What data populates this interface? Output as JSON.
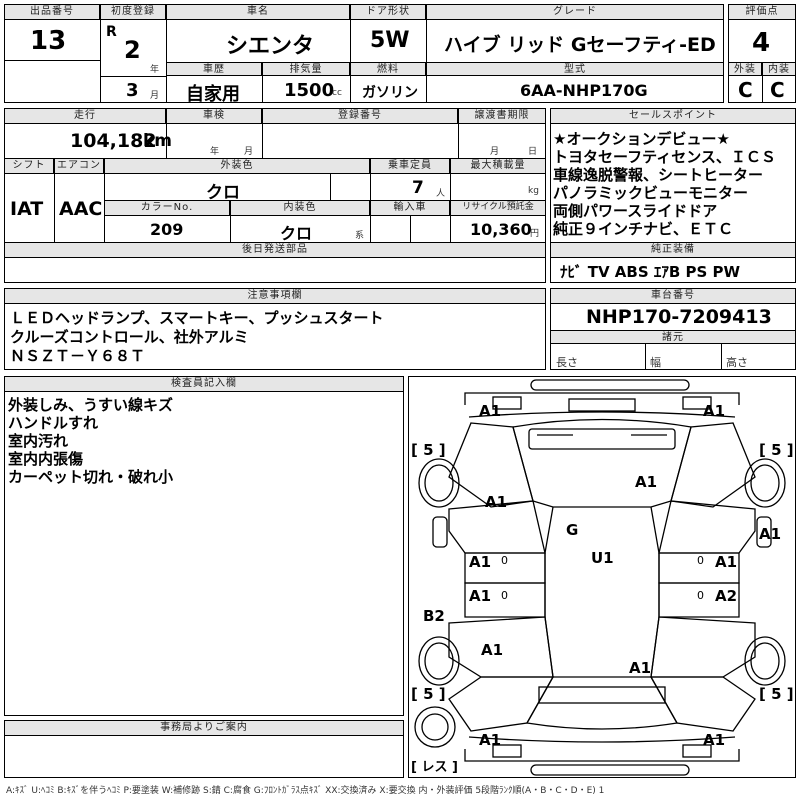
{
  "header": {
    "lot_label": "出品番号",
    "lot": "13",
    "first_reg_label": "初度登録",
    "era": "R",
    "year_num": "2",
    "year_unit": "年",
    "month_num": "3",
    "month_unit": "月",
    "car_name_label": "車名",
    "car_name": "シエンタ",
    "door_label": "ドア形状",
    "door": "5W",
    "grade_label": "グレード",
    "grade": "ハイブ リッド Gセーフティ-ED",
    "rating_label": "評価点",
    "rating": "4",
    "history_label": "車歴",
    "history": "自家用",
    "displacement_label": "排気量",
    "displacement": "1500",
    "cc": "cc",
    "fuel_label": "燃料",
    "fuel": "ガソリン",
    "model_label": "型式",
    "model": "6AA-NHP170G",
    "ext_label": "外装",
    "ext": "C",
    "int_label": "内装",
    "int": "C"
  },
  "row2": {
    "mileage_label": "走行",
    "mileage": "104,182",
    "km": "km",
    "inspection_label": "車検",
    "insp_year": "年",
    "insp_month": "月",
    "plate_label": "登録番号",
    "transfer_label": "譲渡書期限",
    "transfer_month": "月",
    "transfer_day": "日",
    "shift_label": "シフト",
    "shift": "IAT",
    "ac_label": "エアコン",
    "ac": "AAC",
    "color_label": "外装色",
    "color": "クロ",
    "capacity_label": "乗車定員",
    "capacity": "7",
    "person_unit": "人",
    "load_label": "最大積載量",
    "kg": "kg",
    "color_no_label": "カラーNo.",
    "color_no": "209",
    "int_color_label": "内装色",
    "int_color": "クロ",
    "int_color_unit": "系",
    "import_label": "輸入車",
    "recycle_label": "リサイクル預託金",
    "recycle": "10,360",
    "yen": "円",
    "later_label": "後日発送部品"
  },
  "sales_points": {
    "label": "セールスポイント",
    "lines": [
      "★オークションデビュー★",
      "トヨタセーフティセンス、ＩＣＳ",
      "車線逸脱警報、シートヒーター",
      "パノラミックビューモニター",
      "両側パワースライドドア",
      "純正９インチナビ、ＥＴＣ"
    ]
  },
  "equipment": {
    "label": "純正装備",
    "items": "ﾅﾋﾞ  TV  ABS  ｴｱB  PS  PW"
  },
  "notes": {
    "label": "注意事項欄",
    "lines": [
      "ＬＥＤヘッドランプ、スマートキー、プッシュスタート",
      "クルーズコントロール、社外アルミ",
      "ＮＳＺＴ－Ｙ６８Ｔ"
    ]
  },
  "chassis": {
    "label": "車台番号",
    "number": "NHP170-7209413",
    "dims_label": "諸元",
    "length": "長さ",
    "width": "幅",
    "height": "高さ"
  },
  "inspector": {
    "label": "検査員記入欄",
    "lines": [
      "外装しみ、うすい線キズ",
      "ハンドルすれ",
      "室内汚れ",
      "室内内張傷",
      "カーペット切れ・破れ小"
    ]
  },
  "office": {
    "label": "事務局よりご案内"
  },
  "diagram": {
    "marks": [
      "A1",
      "A1",
      "A1",
      "A1",
      "A1",
      "A1",
      "A1",
      "A1",
      "A1",
      "A1",
      "A1",
      "A1",
      "A1",
      "A2",
      "B2",
      "G",
      "U1"
    ],
    "tires": [
      "[ 5 ]",
      "[ 5 ]",
      "[ 5 ]",
      "[ 5 ]"
    ],
    "spare": "[ レス ]",
    "small_marks": [
      "0",
      "0",
      "0",
      "0"
    ]
  },
  "legend": "A:ｷｽﾞ U:ﾍｺﾐ B:ｷｽﾞを伴うﾍｺﾐ P:要塗装 W:補修跡 S:錆 C:腐食 G:ﾌﾛﾝﾄｶﾞﾗｽ点ｷｽﾞ XX:交換済み X:要交換  内・外装評価 5段階ﾗﾝｸ順(A・B・C・D・E) 1"
}
